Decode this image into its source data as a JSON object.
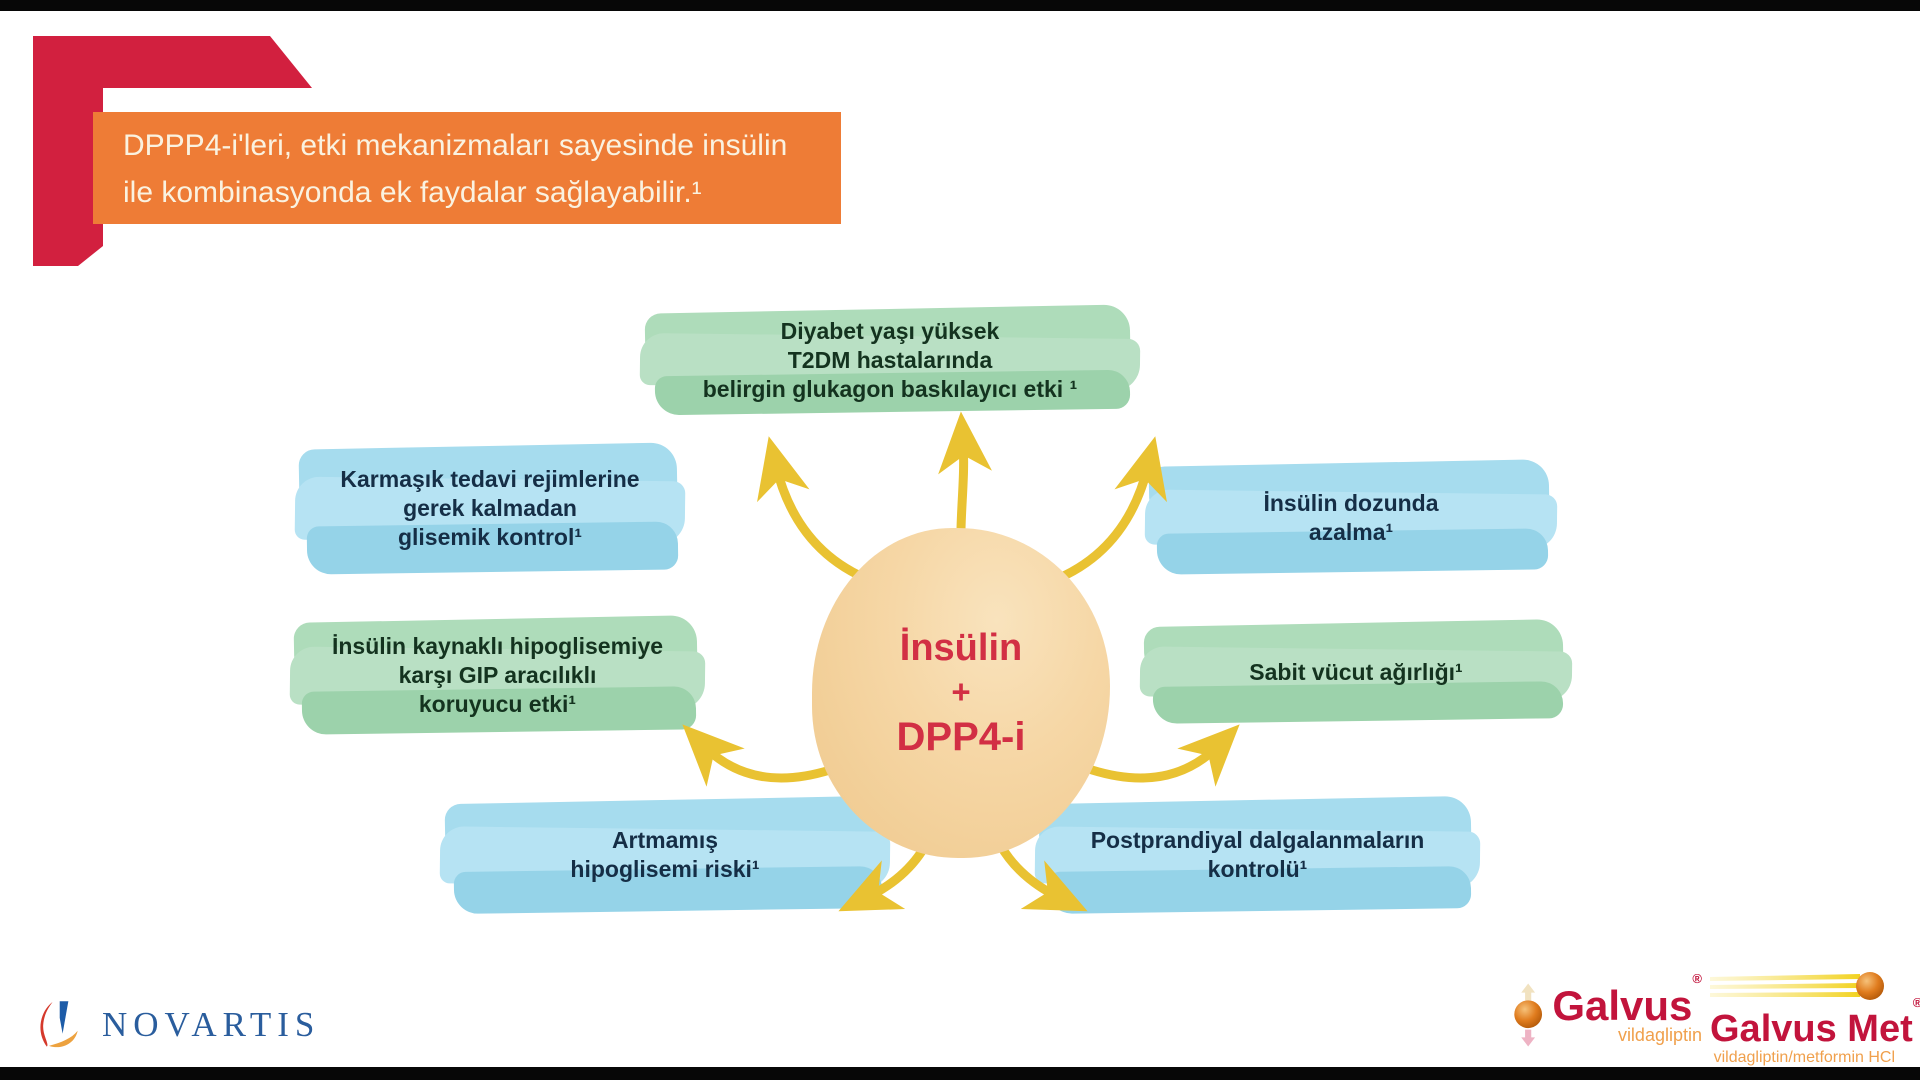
{
  "slide": {
    "header": {
      "line1": "DPPP4-i'leri, etki mekanizmaları sayesinde insülin",
      "line2": "ile kombinasyonda ek faydalar sağlayabilir.¹"
    },
    "hub": {
      "line1": "İnsülin",
      "line2": "+",
      "line3": "DPP4-i"
    },
    "benefits": {
      "top": {
        "color": "green",
        "lines": [
          "Diyabet yaşı yüksek",
          "T2DM hastalarında",
          "belirgin glukagon baskılayıcı etki ¹"
        ]
      },
      "left_upper": {
        "color": "blue",
        "lines": [
          "Karmaşık tedavi rejimlerine",
          "gerek kalmadan",
          "glisemik kontrol¹"
        ]
      },
      "left_middle": {
        "color": "green",
        "lines": [
          "İnsülin kaynaklı hipoglisemiye",
          "karşı GIP aracılıklı",
          "koruyucu etki¹"
        ]
      },
      "left_lower": {
        "color": "blue",
        "lines": [
          "Artmamış",
          "hipoglisemi riski¹"
        ]
      },
      "right_upper": {
        "color": "blue",
        "lines": [
          "İnsülin dozunda",
          "azalma¹"
        ]
      },
      "right_middle": {
        "color": "green",
        "lines": [
          "Sabit vücut ağırlığı¹"
        ]
      },
      "right_lower": {
        "color": "blue",
        "lines": [
          "Postprandiyal dalgalanmaların",
          "kontrolü¹"
        ]
      }
    },
    "footer": {
      "novartis_wordmark": "NOVARTIS",
      "galvus": {
        "wordmark": "Galvus",
        "registered": "®",
        "subtitle": "vildagliptin"
      },
      "galvus_met": {
        "wordmark": "Galvus Met",
        "registered": "®",
        "subtitle": "vildagliptin/metformin HCl"
      }
    },
    "colors": {
      "header_bg": "#ee7c36",
      "ribbon_red": "#d2203f",
      "green_box": "#aedcba",
      "blue_box": "#a6dcee",
      "hub_fill": "#f6d7a6",
      "hub_text": "#d22f44",
      "arrow_yellow": "#e9c232",
      "novartis_blue": "#2a5d9d",
      "galvus_red": "#c2143c",
      "galvus_orange": "#f0a04c"
    }
  }
}
